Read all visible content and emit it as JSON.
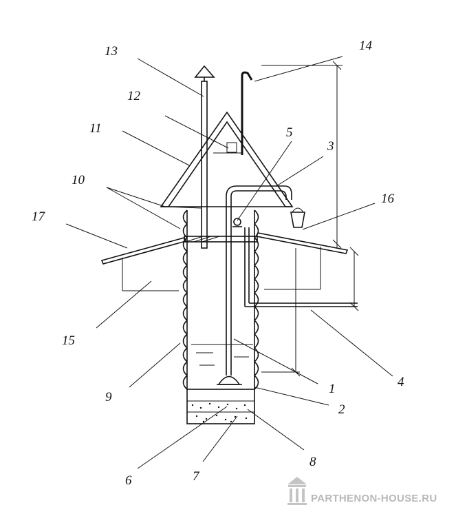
{
  "labels": {
    "l1": "1",
    "l2": "2",
    "l3": "3",
    "l4": "4",
    "l5": "5",
    "l6": "6",
    "l7": "7",
    "l8": "8",
    "l9": "9",
    "l10": "10",
    "l11": "11",
    "l12": "12",
    "l13": "13",
    "l14": "14",
    "l15": "15",
    "l16": "16",
    "l17": "17"
  },
  "watermark": {
    "text": "PARTHENON-HOUSE.RU",
    "icon": "temple-columns-icon"
  },
  "colors": {
    "ink": "#111111",
    "watermark": "#b8b8b8",
    "background": "#ffffff"
  }
}
